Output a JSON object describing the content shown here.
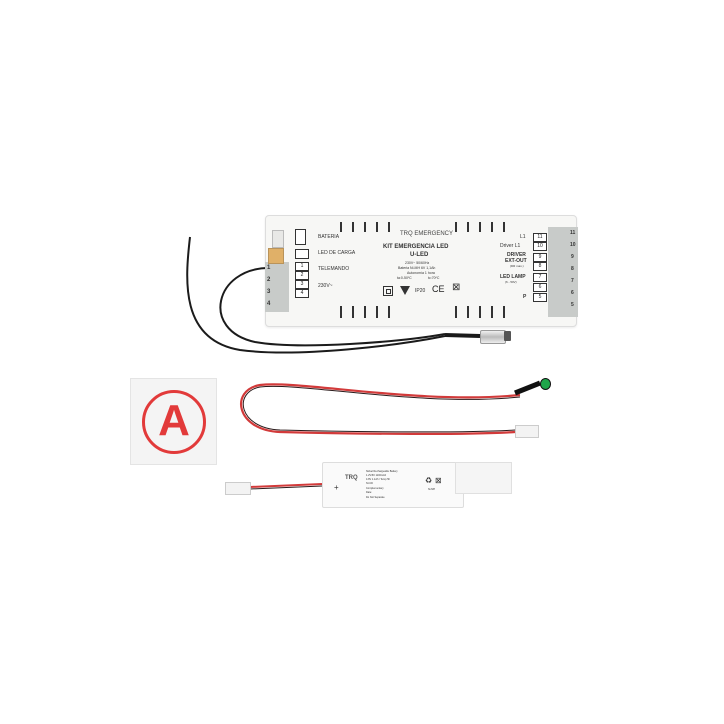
{
  "product": {
    "brand": "TRQ",
    "brand_full": "TRQ EMERGENCY",
    "title": "KIT EMERGENCIA LED",
    "model": "U-LED",
    "specs": [
      "230V~ 50/60Hz",
      "Bateria Ni-MH 6V 1,1Ah",
      "Autonomía 1 hora",
      "ta:0-50ºC",
      "tc:70ºC"
    ],
    "rating": "IP20",
    "ce_mark": "CE",
    "left_labels": {
      "bateria": "BATERIA",
      "led_carga": "LED DE CARGA",
      "telemando": "TELEMANDO",
      "v230": "230V~"
    },
    "left_terminals": [
      "1",
      "2",
      "3",
      "4"
    ],
    "right_labels": {
      "l1_a": "L1",
      "driver_l1": "Driver L1",
      "driver": "DRIVER",
      "ext_out": "EXT-OUT",
      "ext_out_note": "(DR max.)",
      "led_lamp": "LED LAMP",
      "led_lamp_note": "(6 - 50V)",
      "p": "P"
    },
    "right_terminals": [
      "11",
      "10",
      "9",
      "8",
      "7",
      "6",
      "5"
    ],
    "connector_numbers_left": [
      "1",
      "2",
      "3",
      "4"
    ],
    "connector_numbers_right": [
      "11",
      "10",
      "9",
      "8",
      "7",
      "6",
      "5"
    ]
  },
  "label_sticker": {
    "letter": "A",
    "color": "#e23a3a"
  },
  "battery": {
    "brand": "TRQ",
    "polarity": "+",
    "lines": [
      "Nickel Rechargeable Battery",
      "1.2V/6V 1100mAh",
      "4.8V 1.1Ah / Temp 5h",
      "NI-CD",
      "Complementary",
      "Date:",
      "Do Not Separate"
    ],
    "recycle_note": "Ni-MH"
  },
  "colors": {
    "background": "#ffffff",
    "housing": "#f7f7f5",
    "terminal_block": "#c8cbc9",
    "wire_black": "#1b1b1b",
    "wire_red": "#d23a3a",
    "led_green": "#1fa54a",
    "accent_orange": "#e0b068"
  }
}
